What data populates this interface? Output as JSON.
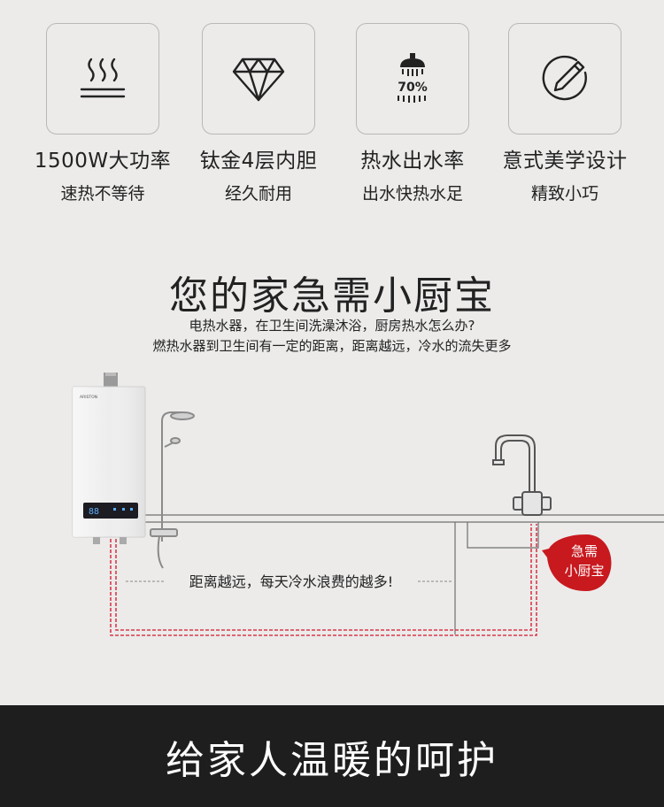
{
  "features": [
    {
      "icon": "heat-waves-icon",
      "title": "1500W大功率",
      "subtitle": "速热不等待"
    },
    {
      "icon": "diamond-icon",
      "title": "钛金4层内胆",
      "subtitle": "经久耐用"
    },
    {
      "icon": "shower-icon",
      "icon_text": "70%",
      "title": "热水出水率",
      "subtitle": "出水快热水足"
    },
    {
      "icon": "pencil-icon",
      "title": "意式美学设计",
      "subtitle": "精致小巧"
    }
  ],
  "headline": "您的家急需小厨宝",
  "description": {
    "line1": "电热水器，在卫生间洗澡沐浴，厨房热水怎么办?",
    "line2": "燃热水器到卫生间有一定的距离，距离越远，冷水的流失更多"
  },
  "scene": {
    "heater_brand": "ARISTON",
    "pipe_label": "距离越远，每天冷水浪费的越多!",
    "badge": {
      "line1": "急需",
      "line2": "小厨宝"
    },
    "colors": {
      "pipe": "#d83a4a",
      "badge": "#c8191e"
    }
  },
  "footer": {
    "text": "给家人温暖的呵护"
  }
}
